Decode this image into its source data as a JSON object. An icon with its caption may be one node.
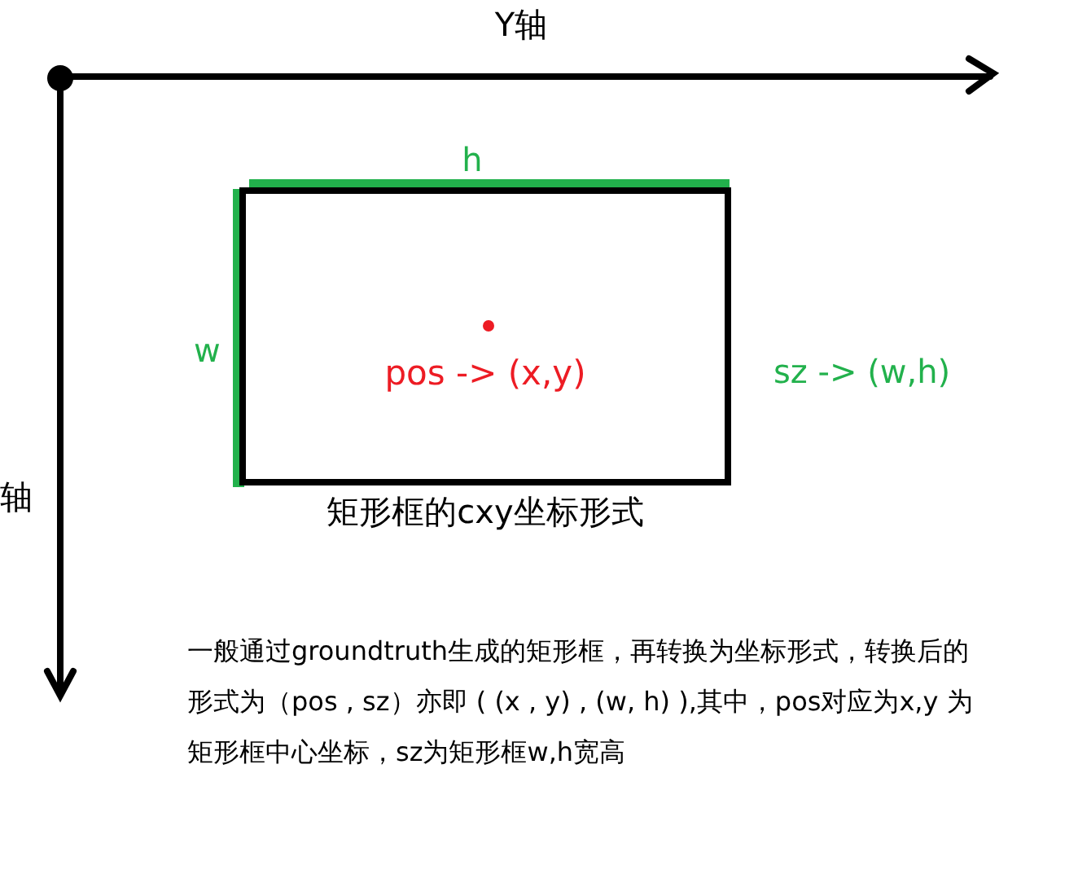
{
  "diagram": {
    "nodes": [
      {
        "text": [
          "pos -> (x,y)"
        ],
        "beside": [
          "矩形框的cxy坐标形式"
        ]
      }
    ],
    "edges": [],
    "labels": [
      "Y轴",
      "轴",
      "h",
      "w",
      "sz -> (w,h)",
      "一般通过groundtruth生成的矩形框，再转换为坐标形式，转换后的形式为（pos , sz）亦即 ( (x , y) , (w, h) ),其中，pos对应为x,y 为矩形框中心坐标，sz为矩形框w,h宽高"
    ]
  }
}
